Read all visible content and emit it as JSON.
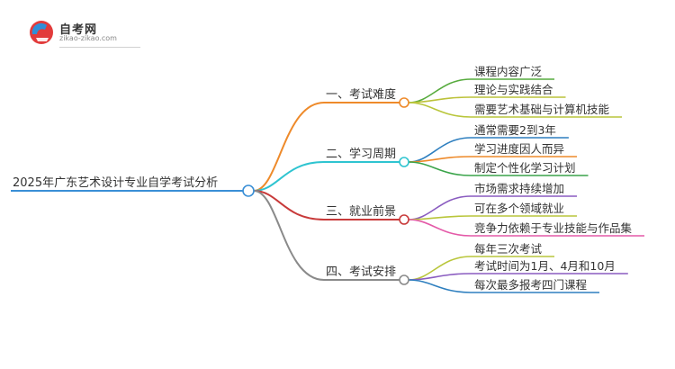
{
  "logo": {
    "name": "自考网",
    "url": "zikao-zikao.com"
  },
  "mindmap": {
    "root": "2025年广东艺术设计专业自学考试分析",
    "branches": [
      {
        "label": "一、考试难度",
        "color": "#ee8a2a",
        "leaves": [
          {
            "text": "课程内容广泛",
            "color": "#57ab3e"
          },
          {
            "text": "理论与实践结合",
            "color": "#bcc23a"
          },
          {
            "text": "需要艺术基础与计算机技能",
            "color": "#b9c63b"
          }
        ]
      },
      {
        "label": "二、学习周期",
        "color": "#2ec4d0",
        "leaves": [
          {
            "text": "通常需要2到3年",
            "color": "#2e7fbf"
          },
          {
            "text": "学习进度因人而异",
            "color": "#ee8a2a"
          },
          {
            "text": "制定个性化学习计划",
            "color": "#3aa44a"
          }
        ]
      },
      {
        "label": "三、就业前景",
        "color": "#c83a3a",
        "leaves": [
          {
            "text": "市场需求持续增加",
            "color": "#8a5cc0"
          },
          {
            "text": "可在多个领域就业",
            "color": "#b9c63b"
          },
          {
            "text": "竞争力依赖于专业技能与作品集",
            "color": "#e45aa8"
          }
        ]
      },
      {
        "label": "四、考试安排",
        "color": "#8a8a8a",
        "leaves": [
          {
            "text": "每年三次考试",
            "color": "#b9c63b"
          },
          {
            "text": "考试时间为1月、4月和10月",
            "color": "#8a5cc0"
          },
          {
            "text": "每次最多报考四门课程",
            "color": "#2e7fbf"
          }
        ]
      }
    ]
  },
  "colors": {
    "root_line": "#3a8fd6",
    "text": "#333333"
  }
}
